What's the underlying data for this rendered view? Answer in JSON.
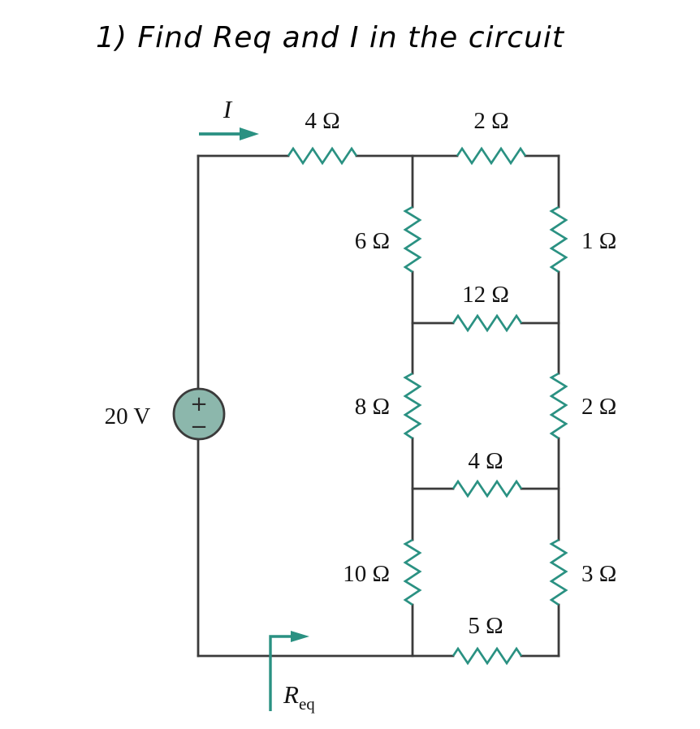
{
  "title": "1)  Find Req and I in the circuit",
  "colors": {
    "component": "#2a9182",
    "wire": "#3b3b3b",
    "source_fill": "#8cb7ac",
    "label": "#131313"
  },
  "source": {
    "label": "20 V",
    "plus": "+",
    "minus": "−"
  },
  "current": {
    "label": "I"
  },
  "req": {
    "symbol": "R",
    "subscript": "eq"
  },
  "resistors": [
    {
      "id": "top-left",
      "value": "4 Ω",
      "orientation": "horizontal"
    },
    {
      "id": "top-right",
      "value": "2 Ω",
      "orientation": "horizontal"
    },
    {
      "id": "mid-upper",
      "value": "6 Ω",
      "orientation": "vertical"
    },
    {
      "id": "right-upper",
      "value": "1 Ω",
      "orientation": "vertical"
    },
    {
      "id": "inner-upper",
      "value": "12 Ω",
      "orientation": "horizontal"
    },
    {
      "id": "mid-center",
      "value": "8 Ω",
      "orientation": "vertical"
    },
    {
      "id": "right-center",
      "value": "2 Ω",
      "orientation": "vertical"
    },
    {
      "id": "inner-lower",
      "value": "4 Ω",
      "orientation": "horizontal"
    },
    {
      "id": "mid-lower",
      "value": "10 Ω",
      "orientation": "vertical"
    },
    {
      "id": "right-lower",
      "value": "3 Ω",
      "orientation": "vertical"
    },
    {
      "id": "bottom",
      "value": "5 Ω",
      "orientation": "horizontal"
    }
  ]
}
